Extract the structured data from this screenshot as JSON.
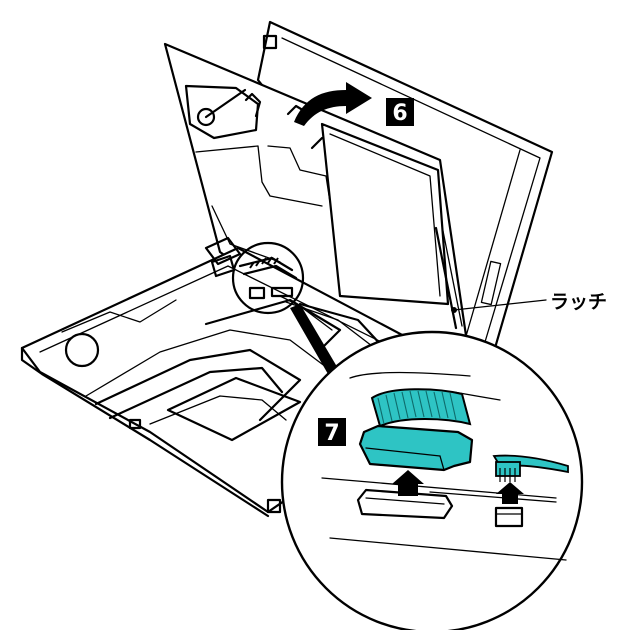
{
  "steps": [
    {
      "number": "6"
    },
    {
      "number": "7"
    }
  ],
  "callouts": {
    "latch": "ラッチ"
  },
  "colors": {
    "cable_highlight": "#2ec4c4",
    "line": "#000000",
    "badge_bg": "#000000",
    "background": "#ffffff"
  },
  "icons": [
    "curved-arrow-icon",
    "up-arrow-icon"
  ]
}
